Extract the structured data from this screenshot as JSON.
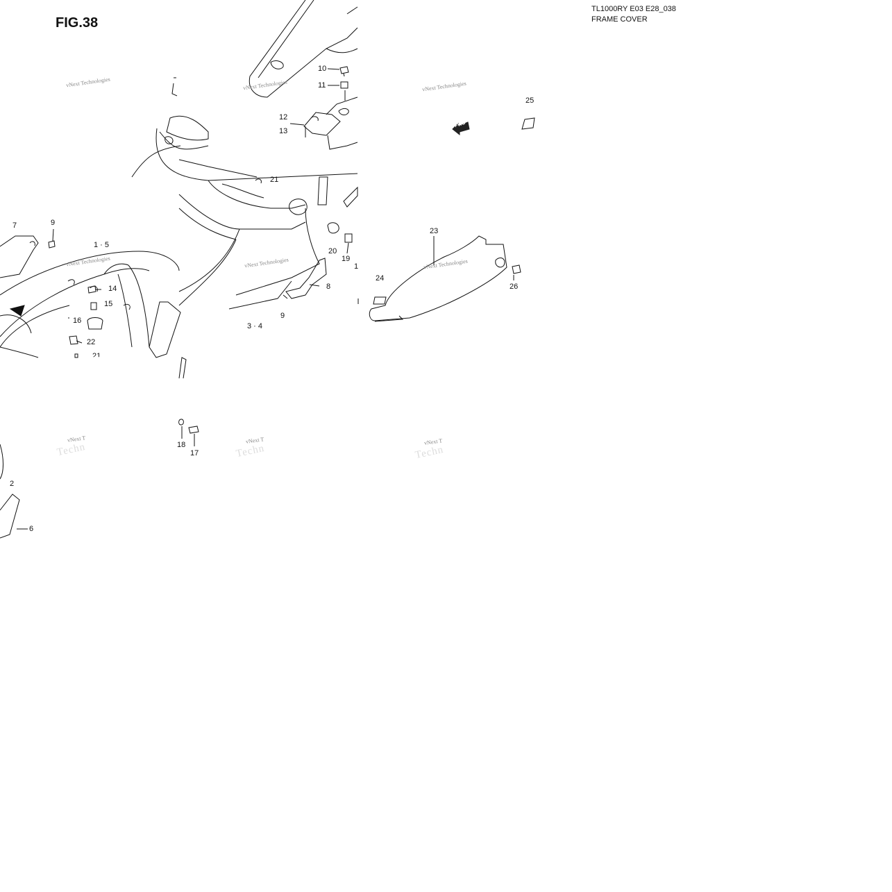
{
  "figure": {
    "label": "FIG.38"
  },
  "header": {
    "model": "TL1000RY E03 E28_038",
    "section": "FRAME COVER"
  },
  "arrow": {
    "label": "FWD"
  },
  "watermark": {
    "text": "vNext Technologies",
    "partial": "vNext T",
    "ghost": "Techn"
  },
  "callouts": {
    "c10": "10",
    "c11": "11",
    "c12": "12",
    "c13": "13",
    "c25": "25",
    "c21a": "21",
    "c7": "7",
    "c9a": "9",
    "c15rng": "1 · 5",
    "c14": "14",
    "c15": "15",
    "c16": "16",
    "c22": "22",
    "c21b": "21",
    "c20": "20",
    "c19": "19",
    "c1": "1",
    "c8": "8",
    "c9b": "9",
    "c34rng": "3 · 4",
    "c23": "23",
    "c24": "24",
    "c26": "26",
    "c18": "18",
    "c17": "17",
    "c2": "2",
    "c6": "6"
  }
}
